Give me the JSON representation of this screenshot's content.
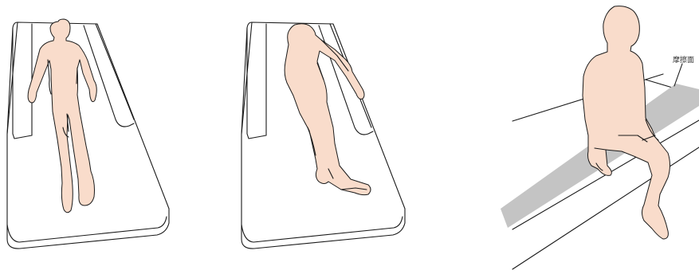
{
  "figure": {
    "panels": [
      {
        "id": "supine",
        "description_key": "person-lying-supine-on-mattress"
      },
      {
        "id": "side-lying",
        "description_key": "person-turned-side-lying-on-mattress"
      },
      {
        "id": "sitting",
        "description_key": "person-sitting-on-friction-surface"
      }
    ],
    "friction_label": "摩擦面"
  },
  "colors": {
    "skin": "#f9dccb",
    "friction_surface": "#c4c4c4",
    "outline": "#1a1a1a",
    "background": "#ffffff"
  }
}
